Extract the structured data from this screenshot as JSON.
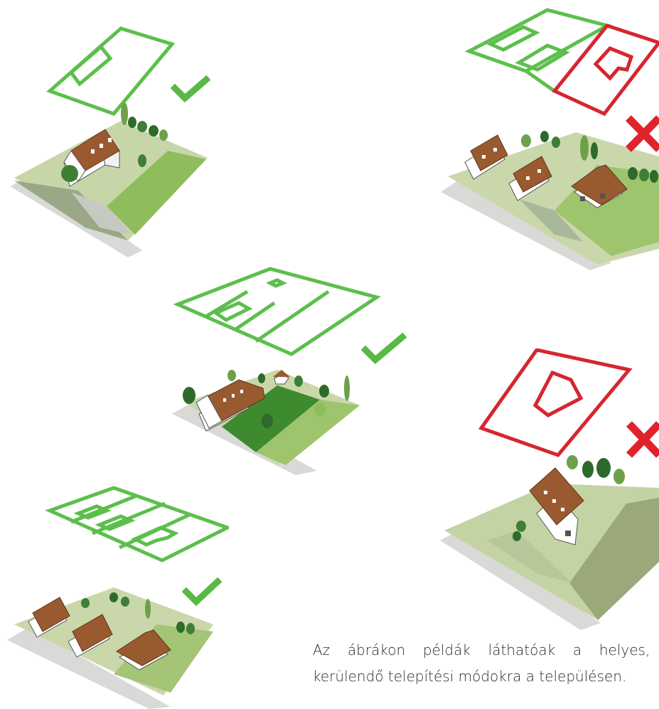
{
  "caption": {
    "line1": "Az ábrákon példák láthatóak a helyes, illetve",
    "line2": "kerülendő telepítési módokra a településen."
  },
  "colors": {
    "good_outline": "#5cbf4c",
    "bad_outline": "#d6262f",
    "check": "#58b947",
    "cross": "#e0232b",
    "lawn_light": "#b6cf8e",
    "lawn_mid": "#7fb04d",
    "lawn_dark": "#3d8a2f",
    "road": "#d4d4d2",
    "roof": "#9a5a30",
    "wall": "#ffffff"
  },
  "panels": [
    {
      "id": "top-left",
      "verdict": "correct"
    },
    {
      "id": "top-right",
      "verdict": "incorrect"
    },
    {
      "id": "middle",
      "verdict": "correct"
    },
    {
      "id": "middle-right",
      "verdict": "incorrect"
    },
    {
      "id": "bottom-left",
      "verdict": "correct"
    }
  ]
}
